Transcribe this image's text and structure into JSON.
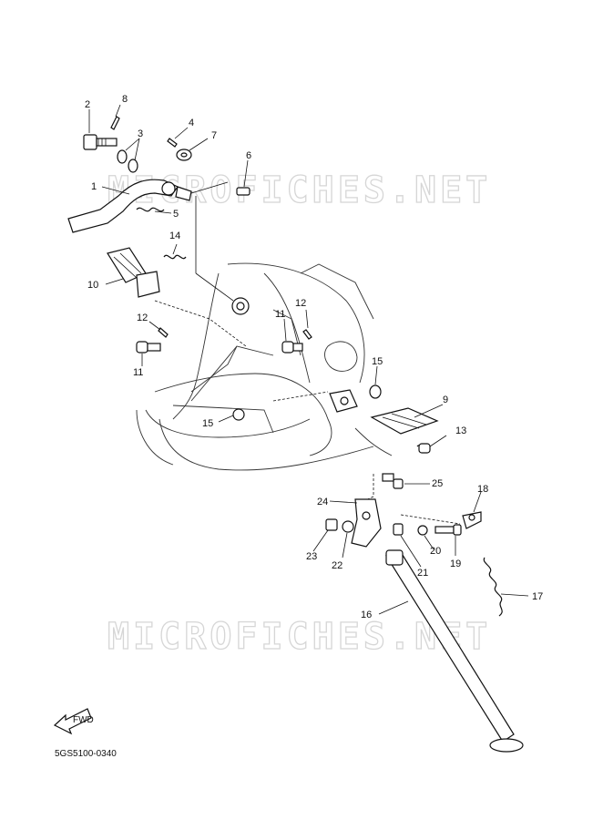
{
  "watermark": "MICROFICHES.NET",
  "diagram_code": "5GS5100-0340",
  "fwd_label": "FWD",
  "callouts": {
    "c1": "1",
    "c2": "2",
    "c3": "3",
    "c4": "4",
    "c5": "5",
    "c6": "6",
    "c7": "7",
    "c8": "8",
    "c9": "9",
    "c10": "10",
    "c11a": "11",
    "c11b": "11",
    "c12a": "12",
    "c12b": "12",
    "c13": "13",
    "c14": "14",
    "c15a": "15",
    "c15b": "15",
    "c16": "16",
    "c17": "17",
    "c18": "18",
    "c19": "19",
    "c20": "20",
    "c21": "21",
    "c22": "22",
    "c23": "23",
    "c24": "24",
    "c25": "25"
  }
}
